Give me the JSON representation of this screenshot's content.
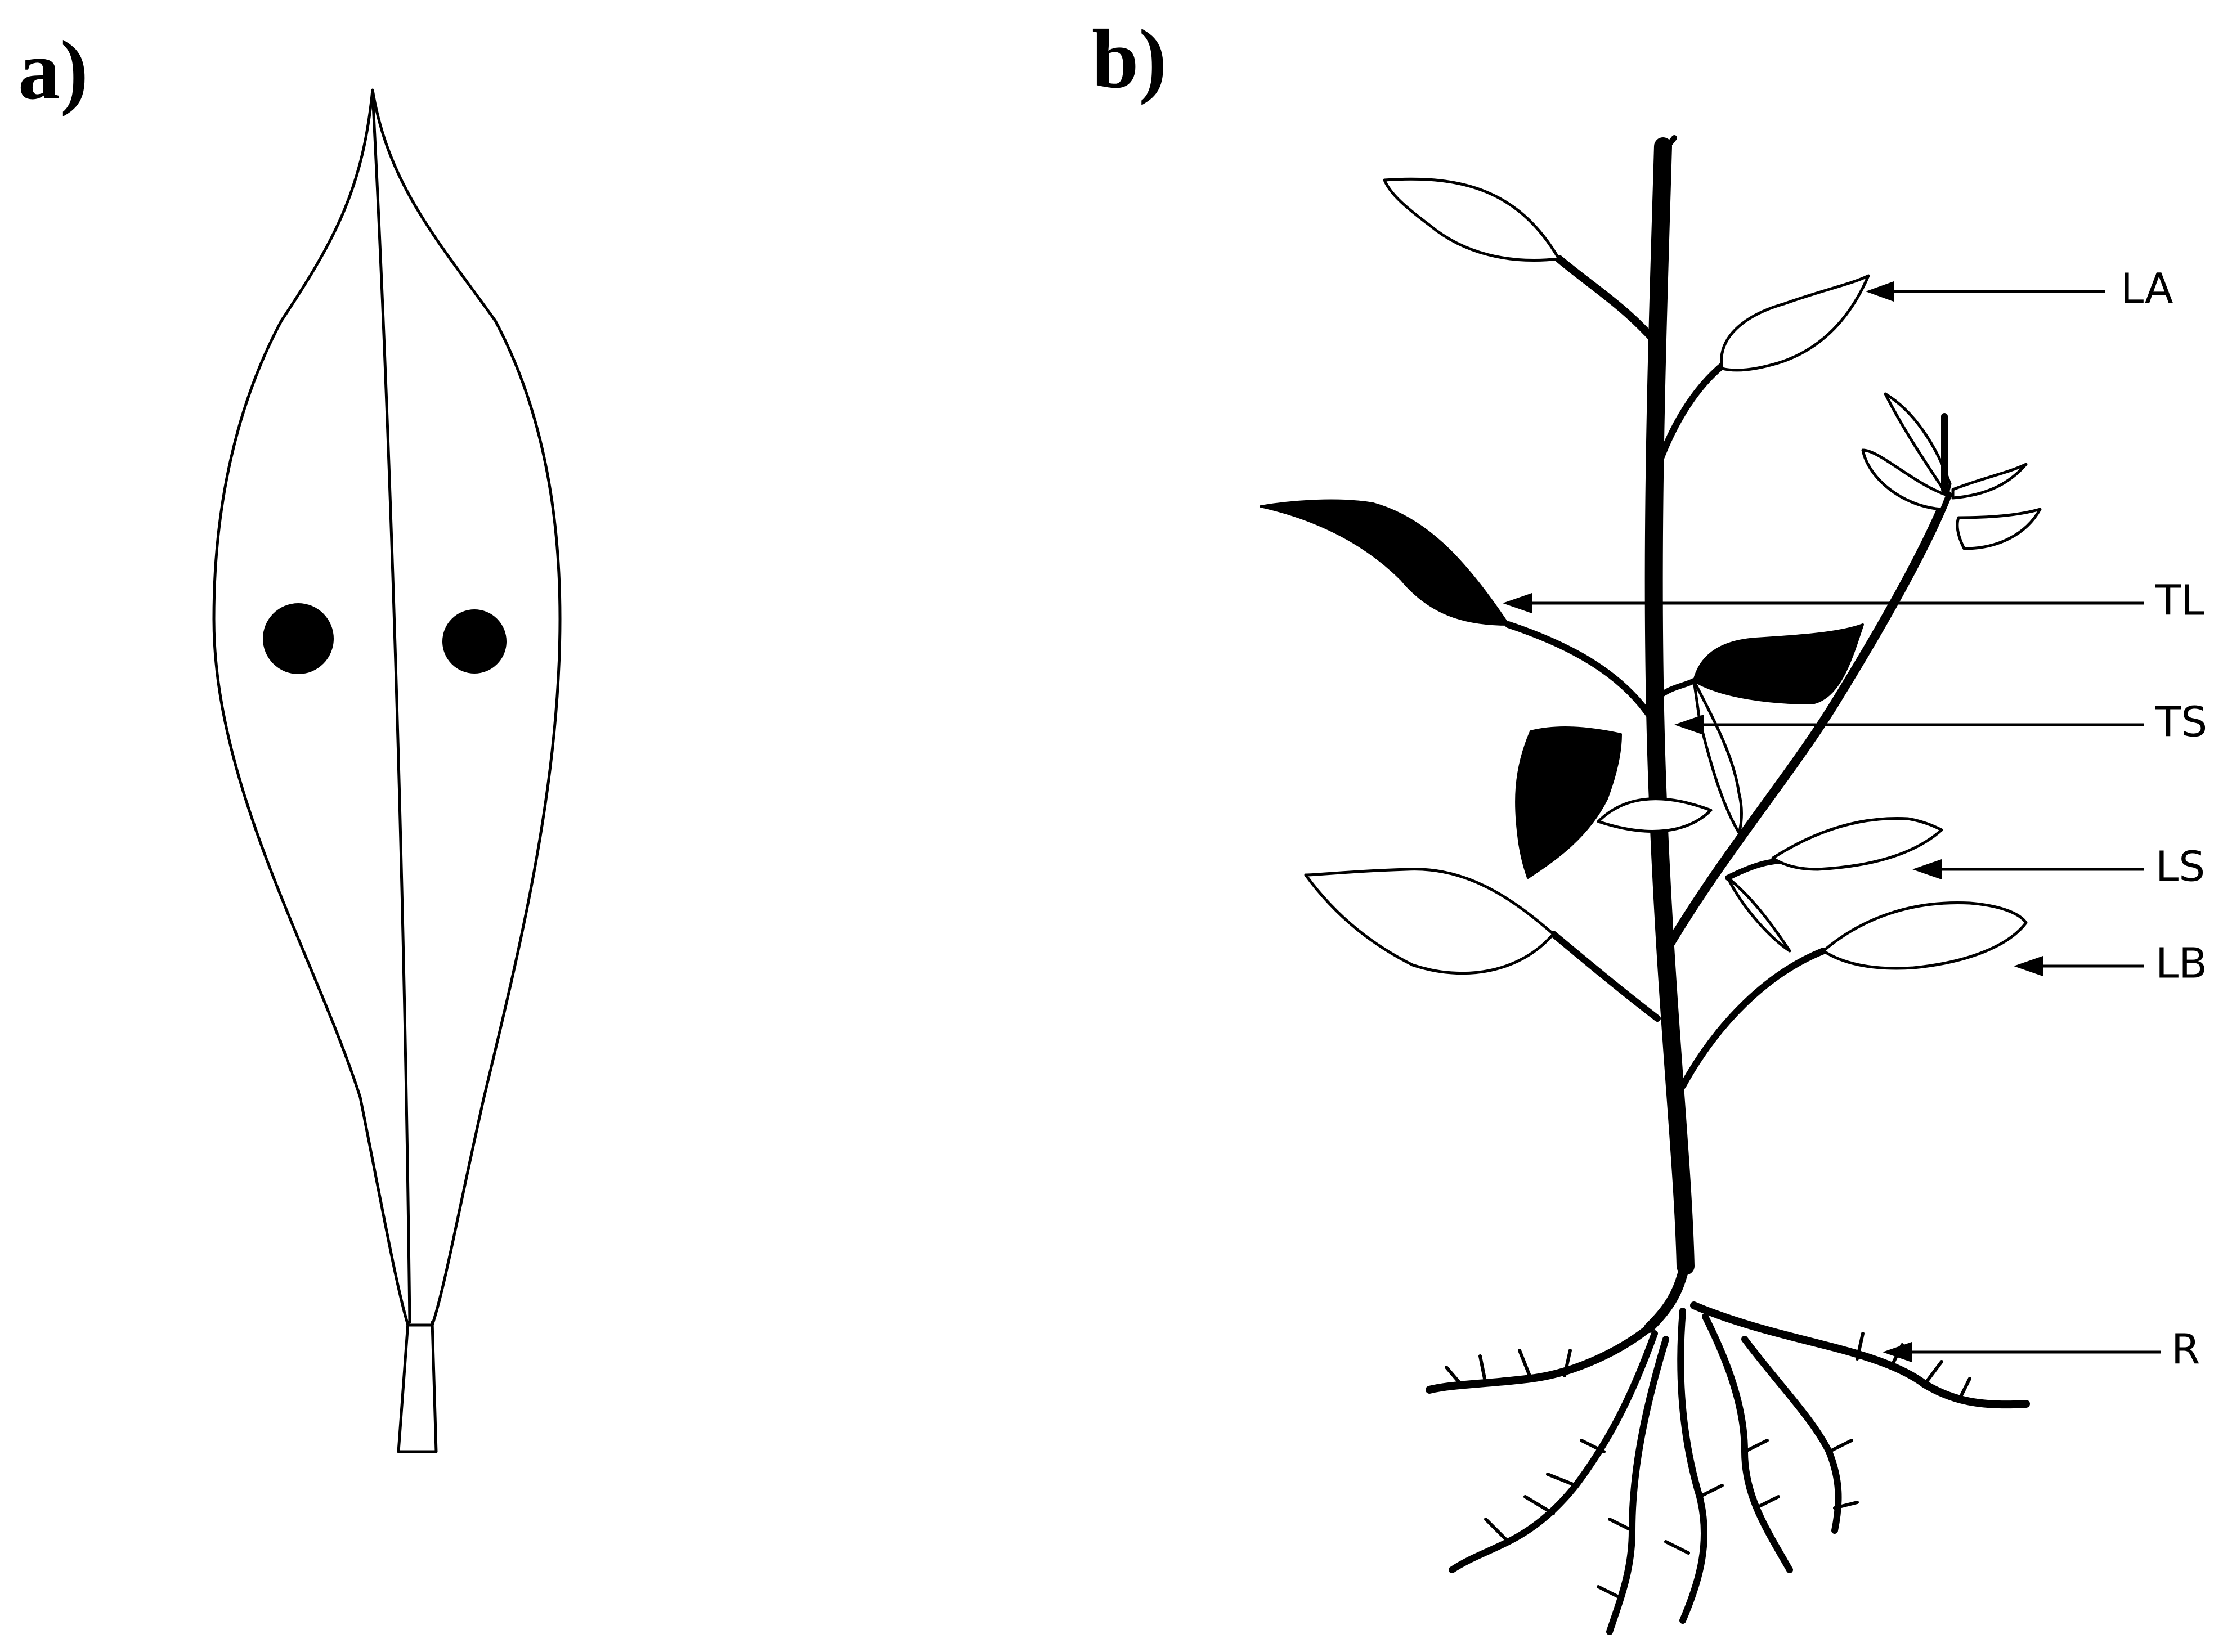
{
  "panels": {
    "a": {
      "label": "a)"
    },
    "b": {
      "label": "b)"
    }
  },
  "callouts": {
    "la": "LA",
    "tl": "TL",
    "ts": "TS",
    "ls": "LS",
    "lb": "LB",
    "r": "R"
  },
  "colors": {
    "ink": "#000000",
    "background": "#ffffff"
  }
}
